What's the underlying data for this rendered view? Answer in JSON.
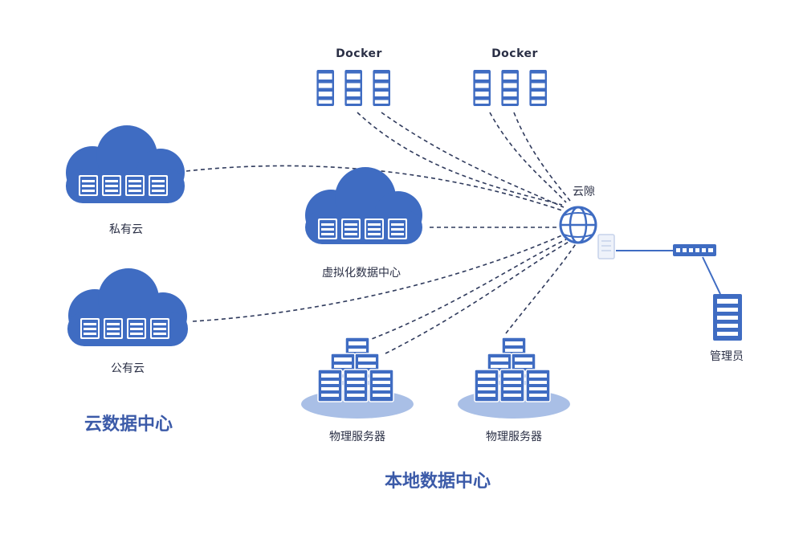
{
  "labels": {
    "docker_1": "Docker",
    "docker_2": "Docker",
    "private_cloud": "私有云",
    "public_cloud": "公有云",
    "virtual_dc": "虚拟化数据中心",
    "gateway": "云隙",
    "admin": "管理员",
    "physical_server_1": "物理服务器",
    "physical_server_2": "物理服务器",
    "cloud_dc_title": "云数据中心",
    "local_dc_title": "本地数据中心"
  },
  "colors": {
    "primary": "#3f6cc2",
    "light": "#dbe5f6",
    "platform": "#a9bfe6",
    "line": "#2f3a5c"
  }
}
